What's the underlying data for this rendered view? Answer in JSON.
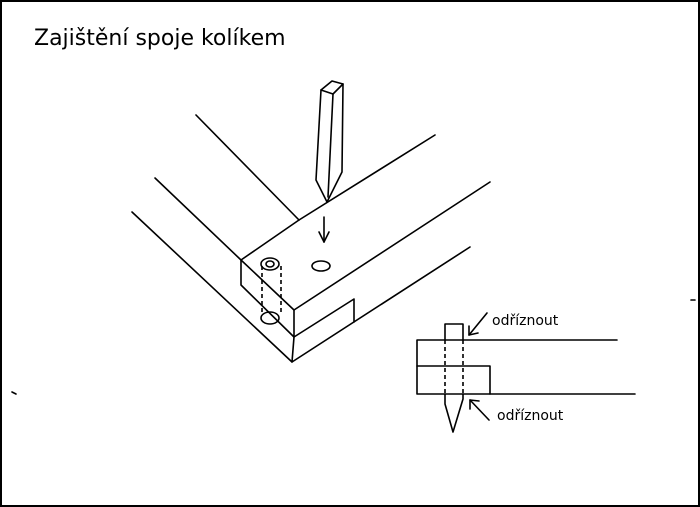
{
  "title": "Zajištění spoje kolíkem",
  "inset": {
    "label_top": "odříznout",
    "label_bottom": "odříznout"
  }
}
